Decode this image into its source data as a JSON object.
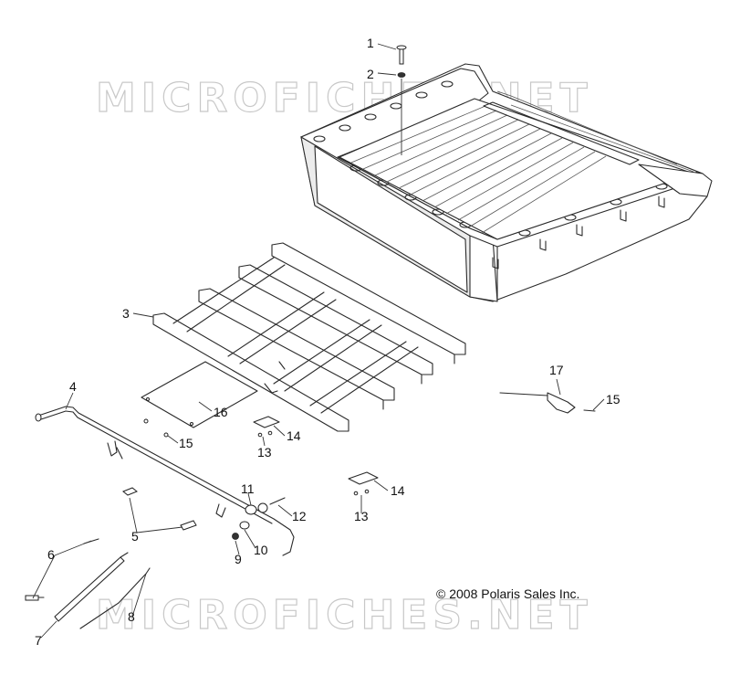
{
  "watermark": {
    "text": "MICROFICHES.NET",
    "color": "#c8c8c8"
  },
  "copyright": "© 2008 Polaris Sales Inc.",
  "callouts": [
    {
      "id": "c1",
      "label": "1"
    },
    {
      "id": "c2",
      "label": "2"
    },
    {
      "id": "c3",
      "label": "3"
    },
    {
      "id": "c4",
      "label": "4"
    },
    {
      "id": "c5",
      "label": "5"
    },
    {
      "id": "c6",
      "label": "6"
    },
    {
      "id": "c7",
      "label": "7"
    },
    {
      "id": "c8",
      "label": "8"
    },
    {
      "id": "c9",
      "label": "9"
    },
    {
      "id": "c10",
      "label": "10"
    },
    {
      "id": "c11",
      "label": "11"
    },
    {
      "id": "c12",
      "label": "12"
    },
    {
      "id": "c13a",
      "label": "13"
    },
    {
      "id": "c13b",
      "label": "13"
    },
    {
      "id": "c14a",
      "label": "14"
    },
    {
      "id": "c14b",
      "label": "14"
    },
    {
      "id": "c15a",
      "label": "15"
    },
    {
      "id": "c15b",
      "label": "15"
    },
    {
      "id": "c16",
      "label": "16"
    },
    {
      "id": "c17",
      "label": "17"
    }
  ]
}
